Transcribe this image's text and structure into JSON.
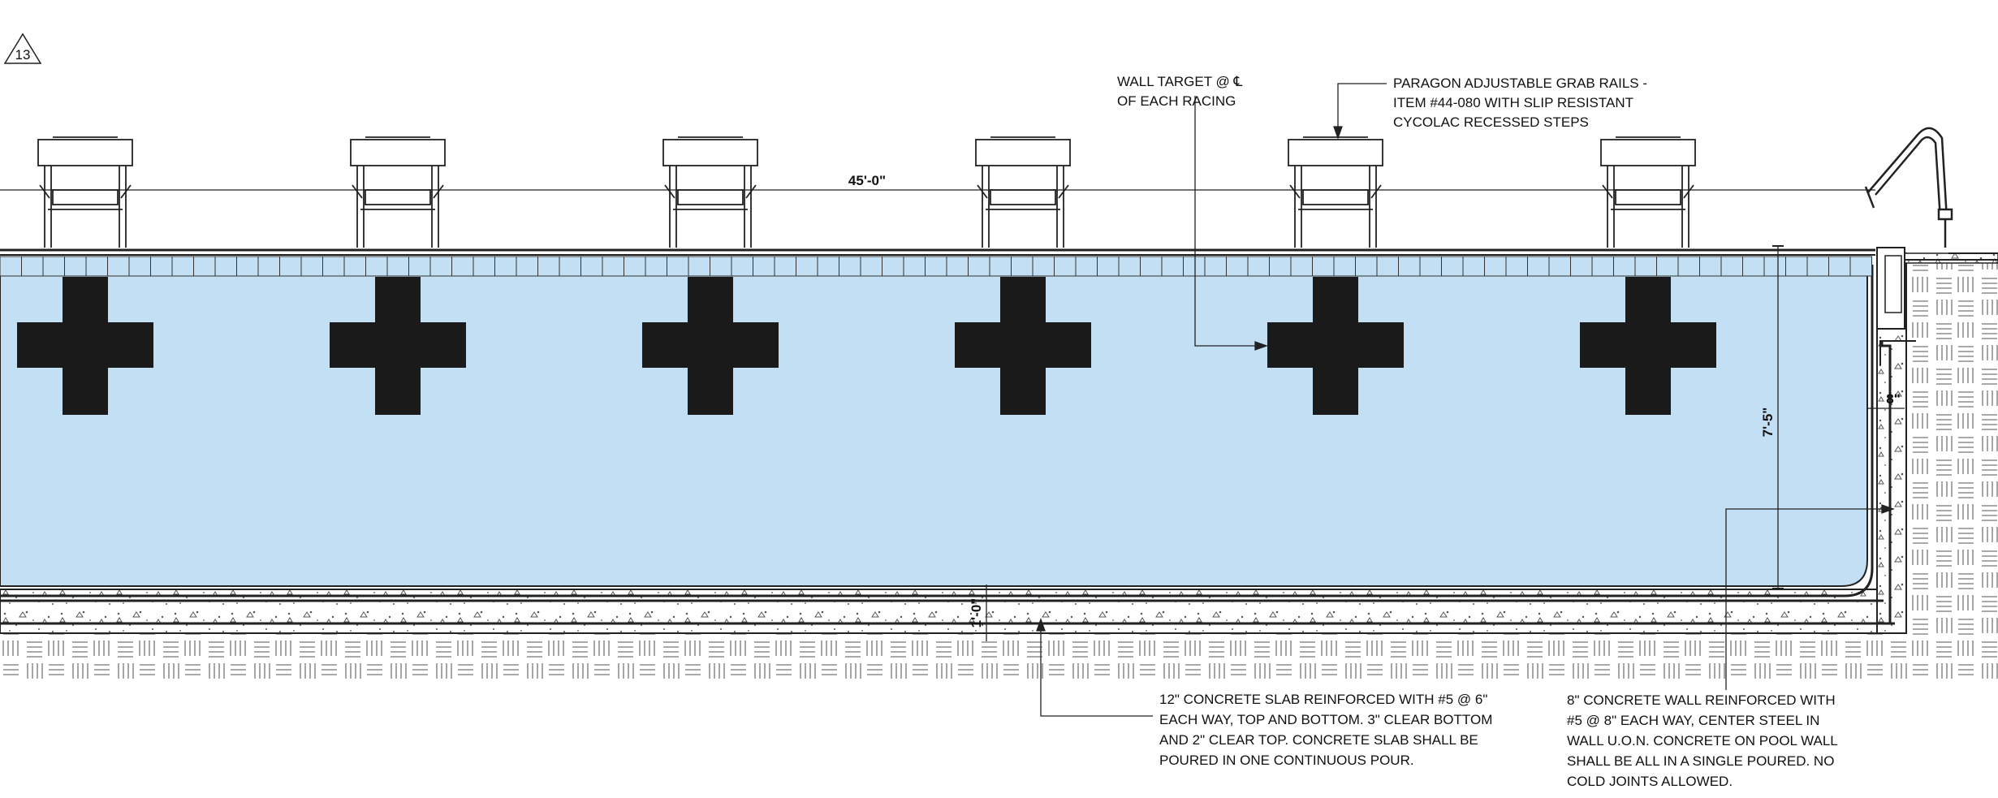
{
  "drawing": {
    "detail_number": "13",
    "dimensions": {
      "overall_length": "45'-0\"",
      "pool_depth": "7'-5\"",
      "slab_thickness": "1'-0\"",
      "wall_thickness": "8\""
    },
    "notes": {
      "wall_target": [
        "WALL TARGET @ ℄",
        "OF EACH RACING"
      ],
      "grab_rails": [
        "PARAGON ADJUSTABLE GRAB RAILS -",
        "ITEM #44-080 WITH SLIP RESISTANT",
        "CYCOLAC RECESSED STEPS"
      ],
      "slab": [
        "12\" CONCRETE SLAB REINFORCED WITH #5 @ 6\"",
        "EACH WAY, TOP AND BOTTOM. 3\" CLEAR BOTTOM",
        "AND 2\" CLEAR TOP. CONCRETE SLAB SHALL BE",
        "POURED IN ONE CONTINUOUS POUR."
      ],
      "wall": [
        "8\" CONCRETE WALL REINFORCED WITH",
        "#5 @ 8\" EACH WAY, CENTER STEEL IN",
        "WALL U.O.N. CONCRETE ON POOL WALL",
        "SHALL BE ALL IN A SINGLE POURED. NO",
        "COLD JOINTS ALLOWED."
      ]
    },
    "lane_count": 6,
    "colors": {
      "water": "#c3dff3",
      "target": "#1a1a1a",
      "line": "#222222"
    }
  }
}
